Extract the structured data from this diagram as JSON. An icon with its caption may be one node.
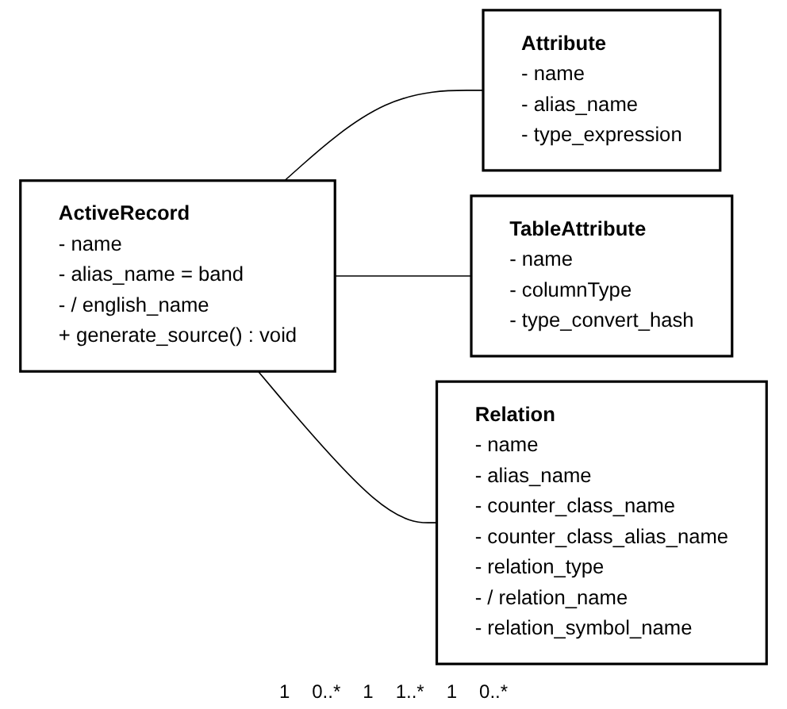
{
  "diagram": {
    "nodes": [
      {
        "text": [
          "ActiveRecord",
          "- name",
          "- alias_name = band",
          "- / english_name",
          "+ generate_source() : void"
        ]
      },
      {
        "text": [
          "Attribute",
          "- name",
          "- alias_name",
          "- type_expression"
        ]
      },
      {
        "text": [
          "TableAttribute",
          "- name",
          "- columnType",
          "- type_convert_hash"
        ]
      },
      {
        "text": [
          "Relation",
          "- name",
          "- alias_name",
          "- counter_class_name",
          "- counter_class_alias_name",
          "- relation_type",
          "- / relation_name",
          "- relation_symbol_name"
        ]
      }
    ],
    "edges": [
      {
        "from": 0,
        "to": 1,
        "arrow": "none"
      },
      {
        "from": 0,
        "to": 2,
        "arrow": "none"
      },
      {
        "from": 0,
        "to": 3,
        "arrow": "none"
      }
    ],
    "labels": [
      "1",
      "0..*",
      "1",
      "1..*",
      "1",
      "0..*"
    ]
  }
}
